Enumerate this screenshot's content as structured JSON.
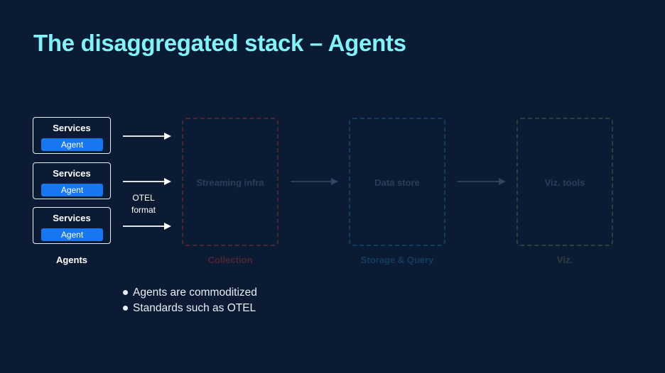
{
  "slide": {
    "title": "The disaggregated stack – Agents"
  },
  "agents": {
    "services": [
      {
        "label": "Services",
        "chip": "Agent"
      },
      {
        "label": "Services",
        "chip": "Agent"
      },
      {
        "label": "Services",
        "chip": "Agent"
      }
    ],
    "group_label": "Agents",
    "arrow_label_line1": "OTEL",
    "arrow_label_line2": "format"
  },
  "stages": [
    {
      "box_label": "Streaming infra",
      "group_label": "Collection",
      "color": "#4a2630"
    },
    {
      "box_label": "Data store",
      "group_label": "Storage & Query",
      "color": "#123e5e"
    },
    {
      "box_label": "Viz. tools",
      "group_label": "Viz.",
      "color": "#2d3f3c"
    }
  ],
  "bullets": [
    "Agents are commoditized",
    "Standards such as OTEL"
  ],
  "colors": {
    "background": "#0b1b33",
    "title": "#7ff3f9",
    "agent_chip": "#1677f0"
  }
}
